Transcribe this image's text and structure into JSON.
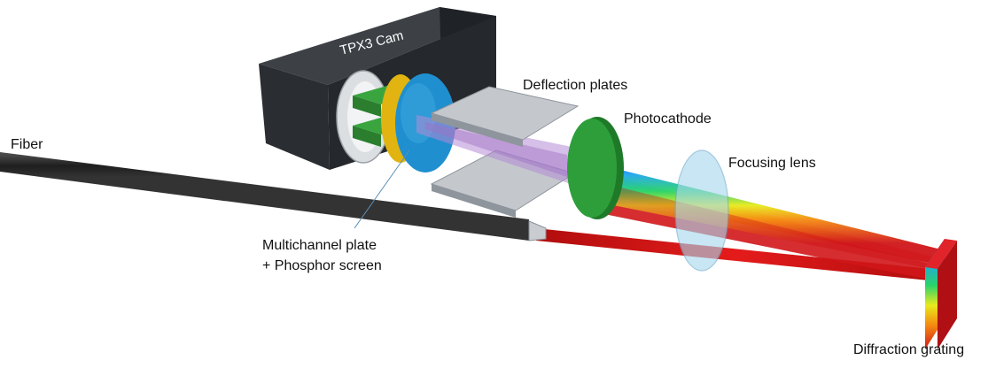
{
  "diagram": {
    "labels": {
      "camera": "TPX3 Cam",
      "fiber": "Fiber",
      "deflection_plates": "Deflection plates",
      "photocathode": "Photocathode",
      "focusing_lens": "Focusing lens",
      "mcp_line1": "Multichannel plate",
      "mcp_line2": "+ Phosphor screen",
      "grating": "Diffraction grating"
    },
    "colors": {
      "camera_body": "#2a2d31",
      "fiber": "#2b2b2b",
      "beam_red": "#d01010",
      "photocathode": "#2e9e3a",
      "phosphor": "#1f8fd0",
      "mcp_ring": "#e1b412",
      "plates": "#c4c8cd",
      "lens": "#a8d8ee",
      "electron_beam": "#b58ad6"
    }
  }
}
